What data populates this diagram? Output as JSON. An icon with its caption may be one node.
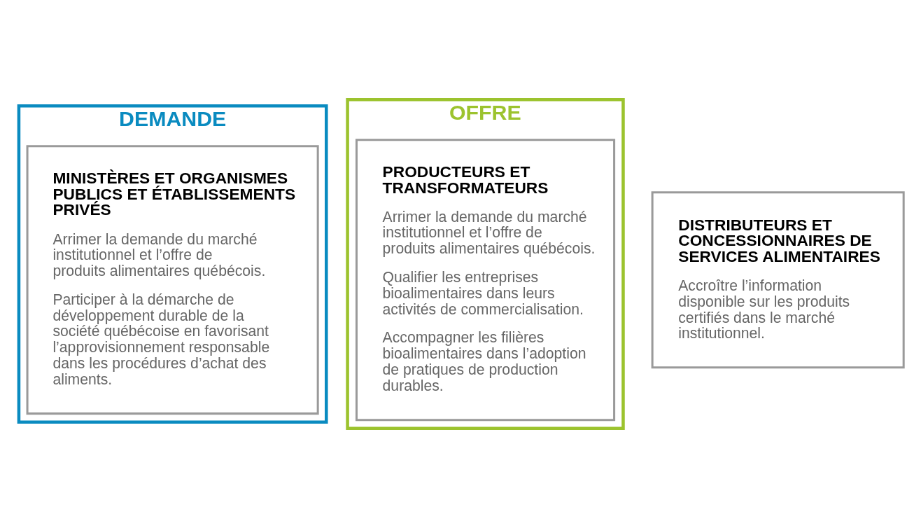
{
  "diagram": {
    "nodes": [
      {
        "text": [
          "DEMANDE"
        ]
      },
      {
        "text": [
          "OFFRE"
        ]
      },
      {
        "text": [
          "PRODUCTEURS ET TRANSFORMATEURS",
          "Arrimer la demande du marché institutionnel et l’offre de produits alimentaires québécois.",
          "Qualifier les entreprises bioalimentaires dans leurs activités de commercialisation.",
          "Accompagner les filières bioalimentaires dans l’adoption de pratiques de production durables."
        ],
        "in": 1
      },
      {
        "text": [
          "DISTRIBUTEURS ET CONCESSIONNAIRES DE SERVICES ALIMENTAIRES",
          "Accroître l’information disponible sur les produits certifiés dans le marché institutionnel."
        ]
      },
      {
        "text": [
          "MINISTÈRES ET ORGANISMES PUBLICS ET ÉTABLISSEMENTS PRIVÉS",
          "Arrimer la demande du marché institutionnel et l’offre de produits alimentaires québécois.",
          "Participer à la démarche de développement durable de la société québécoise en favorisant l’approvisionnement responsable dans les procédures d’achat des aliments."
        ],
        "in": 0
      }
    ],
    "edges": []
  }
}
